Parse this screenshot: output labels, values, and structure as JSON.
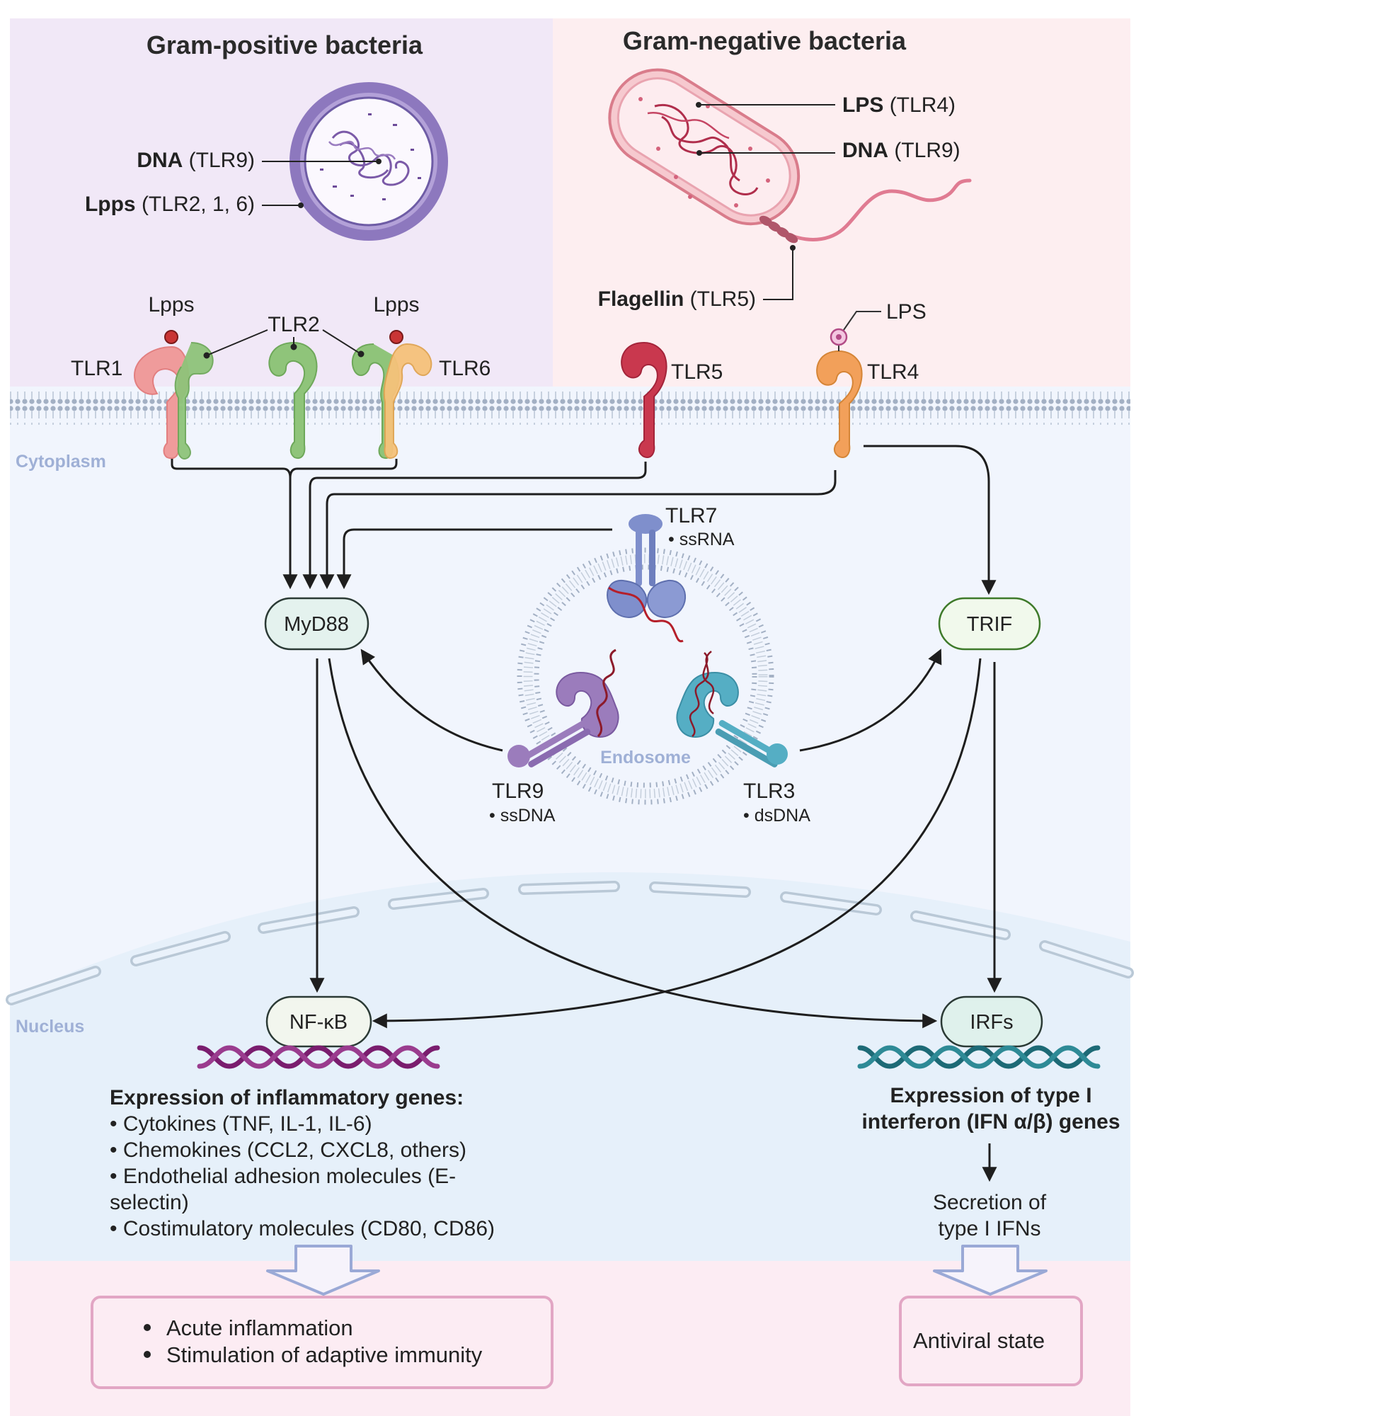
{
  "gram_positive": {
    "title": "Gram-positive bacteria",
    "dna": {
      "bold": "DNA",
      "rest": " (TLR9)"
    },
    "lpps": {
      "bold": "Lpps",
      "rest": " (TLR2, 1, 6)"
    }
  },
  "gram_negative": {
    "title": "Gram-negative bacteria",
    "lps": {
      "bold": "LPS",
      "rest": " (TLR4)"
    },
    "dna": {
      "bold": "DNA",
      "rest": " (TLR9)"
    },
    "flagellin": {
      "bold": "Flagellin",
      "rest": " (TLR5)"
    }
  },
  "membrane_labels": {
    "lpps_left": "Lpps",
    "lpps_right": "Lpps",
    "tlr2": "TLR2",
    "tlr1": "TLR1",
    "tlr6": "TLR6",
    "tlr5": "TLR5",
    "tlr4": "TLR4",
    "lps": "LPS"
  },
  "regions": {
    "cytoplasm": "Cytoplasm",
    "endosome": "Endosome",
    "nucleus": "Nucleus"
  },
  "endosome_receptors": {
    "tlr7": {
      "name": "TLR7",
      "ligand": "• ssRNA"
    },
    "tlr9": {
      "name": "TLR9",
      "ligand": "• ssDNA"
    },
    "tlr3": {
      "name": "TLR3",
      "ligand": "• dsDNA"
    }
  },
  "nodes": {
    "myd88": "MyD88",
    "trif": "TRIF",
    "nfkb": "NF-κB",
    "irfs": "IRFs"
  },
  "inflammatory": {
    "heading": "Expression of inflammatory genes:",
    "lines": [
      "• Cytokines (TNF, IL-1, IL-6)",
      "• Chemokines (CCL2, CXCL8, others)",
      "• Endothelial adhesion molecules (E-",
      "selectin)",
      "• Costimulatory molecules (CD80, CD86)"
    ]
  },
  "interferon": {
    "heading_lines": [
      "Expression of type I",
      "interferon (IFN α/β) genes"
    ],
    "secretion_lines": [
      "Secretion of",
      "type I IFNs"
    ]
  },
  "outcomes": {
    "left": [
      "Acute inflammation",
      "Stimulation of adaptive immunity"
    ],
    "right": "Antiviral state"
  },
  "colors": {
    "gram_positive_bg": "#f1e8f7",
    "gram_negative_bg": "#fdeef0",
    "cytoplasm_bg": "#f1f5fd",
    "nucleus_bg": "#e8f1fb",
    "outcome_bg": "#fcecf3",
    "membrane": "#a9b6c8",
    "myd88_fill": "#e4f2ee",
    "trif_fill": "#f1f9ec",
    "trif_stroke": "#3e7a2a",
    "nfkb_fill": "#f2f6ee",
    "irfs_fill": "#dff1ec",
    "dna_left": "#7a1d6e",
    "dna_right": "#1d6a76",
    "tlr1": "#ef9b9b",
    "tlr2": "#8fc47a",
    "tlr6": "#f6c27a",
    "tlr5": "#c9384e",
    "tlr4": "#f2a05a",
    "tlr7": "#7f8fcc",
    "tlr9": "#9b7cbc",
    "tlr3": "#55aec4"
  }
}
